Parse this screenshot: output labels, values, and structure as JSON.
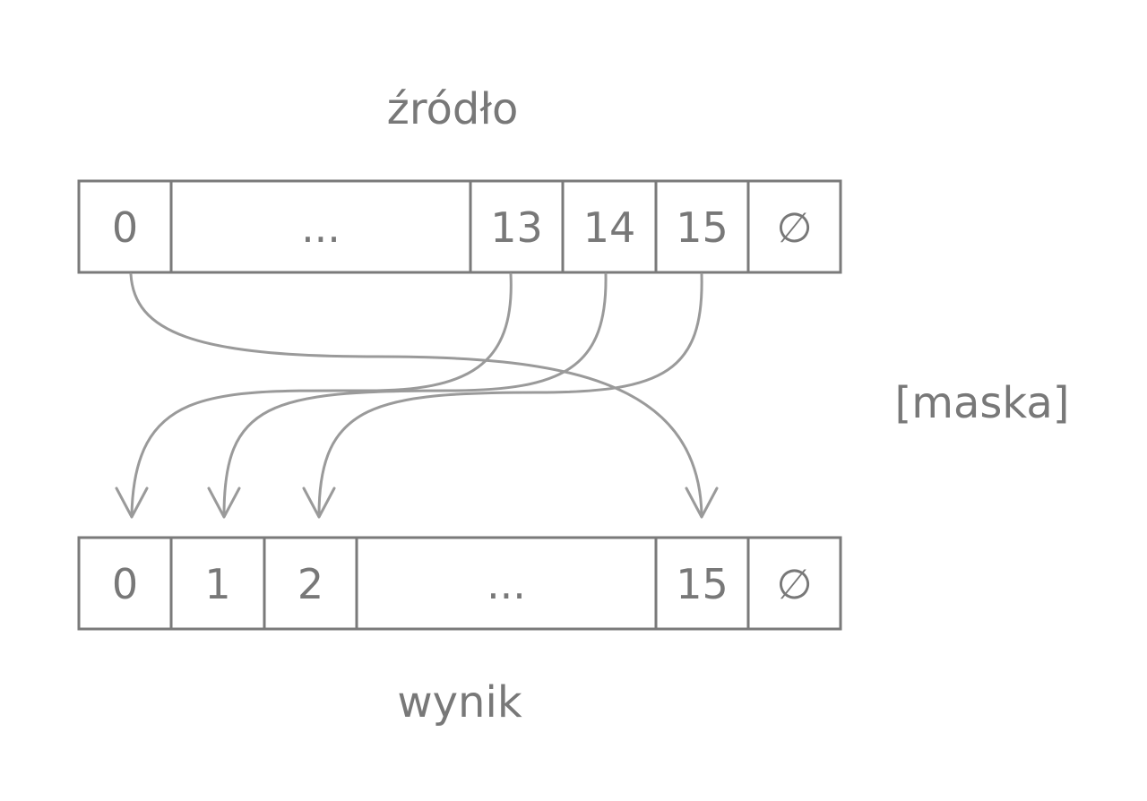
{
  "labels": {
    "source": "źródło",
    "result": "wynik",
    "mask": "[maska]"
  },
  "source_row": {
    "cells": [
      "0",
      "...",
      "13",
      "14",
      "15",
      "∅"
    ]
  },
  "result_row": {
    "cells": [
      "0",
      "1",
      "2",
      "...",
      "15",
      "∅"
    ]
  },
  "mapping": [
    {
      "from": "0",
      "to": "15"
    },
    {
      "from": "13",
      "to": "0"
    },
    {
      "from": "14",
      "to": "1"
    },
    {
      "from": "15",
      "to": "2"
    }
  ]
}
